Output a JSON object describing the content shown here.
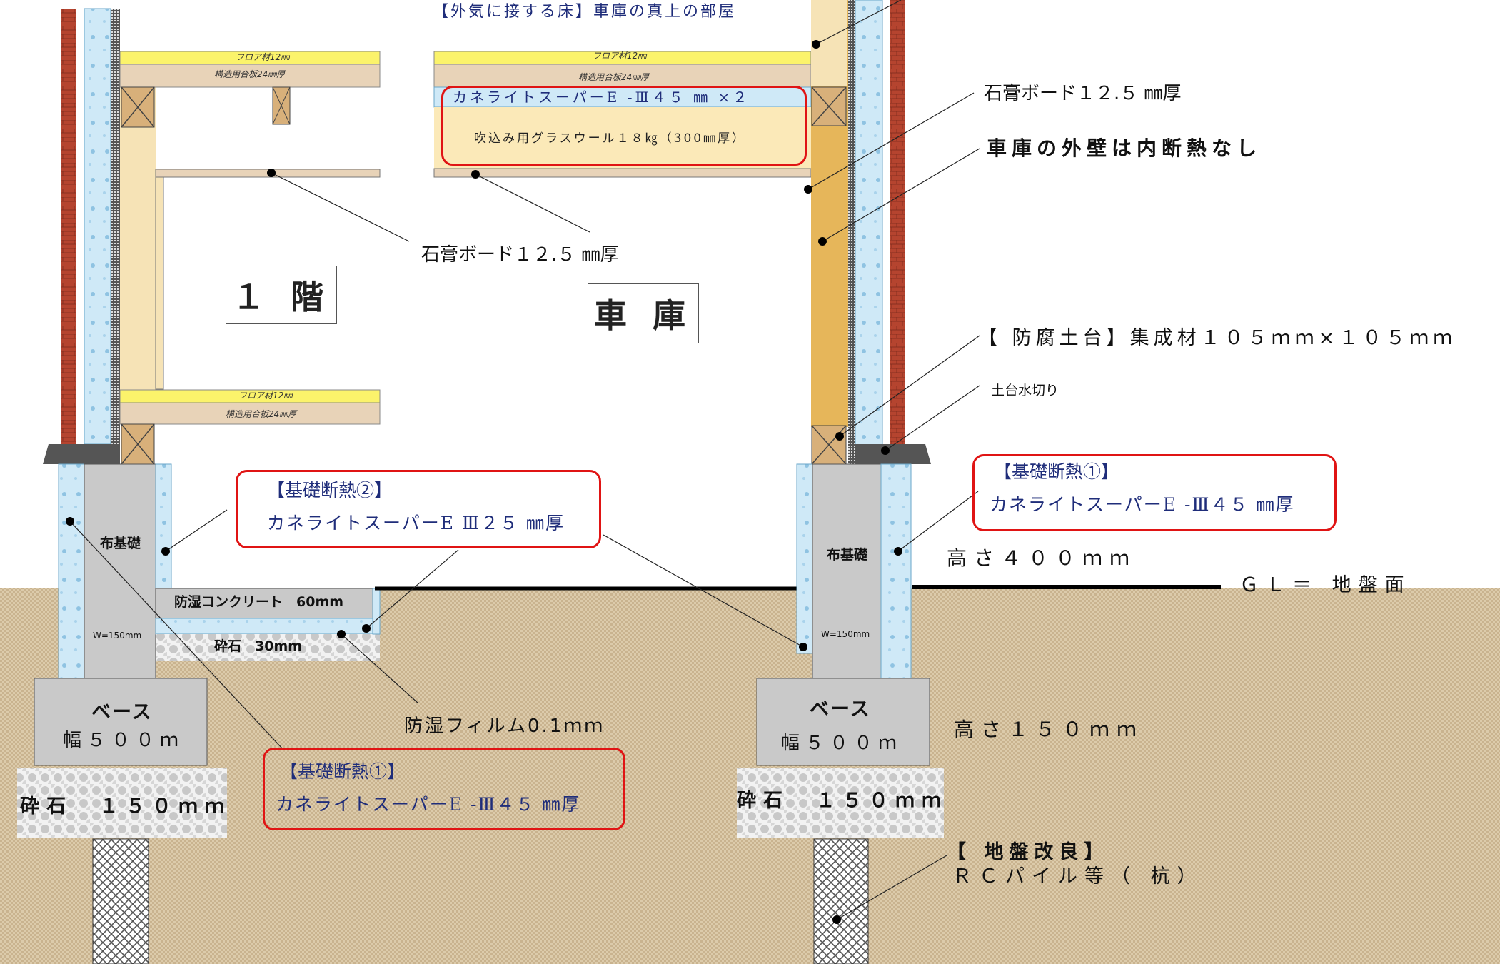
{
  "rooms": {
    "floor1": "１ 階",
    "garage": "車 庫"
  },
  "layers": {
    "flooring": "フロア材12㎜",
    "plywood": "構造用合板24㎜厚",
    "kaneraite_x2": "カネライトスーパーE -Ⅲ４５ ㎜ ×２",
    "blown_wool": "吹込み用グラスウール１８㎏（300㎜厚）",
    "damp_concrete": "防湿コンクリート　60mm",
    "gravel_30": "砕石　30mm",
    "width_150": "W=150mm",
    "nuno_kiso": "布基礎",
    "base_title": "ベース",
    "base_width": "幅５００ｍ"
  },
  "callouts": {
    "exterior_floor": "【外気に接する床】車庫の真上の部屋",
    "gypsum_center": "石膏ボード１２.５ ㎜厚",
    "gypsum_right": "石膏ボード１２.５ ㎜厚",
    "garage_wall": "車庫の外壁は内断熱なし",
    "sill": "【 防腐土台】集成材１０５ｍｍ×１０５ｍｍ",
    "sill_flashing": "土台水切り",
    "height_400": "高さ４００ｍｍ",
    "gl": "ＧＬ＝ 地盤面",
    "damp_film": "防湿フィルム0.1ｍｍ",
    "height_150": "高さ１５０ｍｍ",
    "gravel_150_left": "砕石　１５０ｍｍ",
    "gravel_150_right": "砕石　１５０ｍｍ",
    "ground_improve_title": "【 地盤改良】",
    "ground_improve_text": "ＲＣパイル等（ 杭）"
  },
  "insulation_boxes": {
    "kiso2_title": "【基礎断熱②】",
    "kiso2_text": "カネライトスーパーE Ⅲ２５ ㎜厚",
    "kiso1_left_title": "【基礎断熱①】",
    "kiso1_left_text": "カネライトスーパーE -Ⅲ４５ ㎜厚",
    "kiso1_right_title": "【基礎断熱①】",
    "kiso1_right_text": "カネライトスーパーE -Ⅲ４５ ㎜厚"
  },
  "colors": {
    "ground": "#d8c6a8",
    "concrete": "#c9c9c9",
    "insulation": "#cfe9f7",
    "wood": "#f6e3b6",
    "plywood": "#e8d3b8",
    "flooring": "#fbf36b",
    "brick": "#b5442f",
    "highlight": "#e01414"
  }
}
